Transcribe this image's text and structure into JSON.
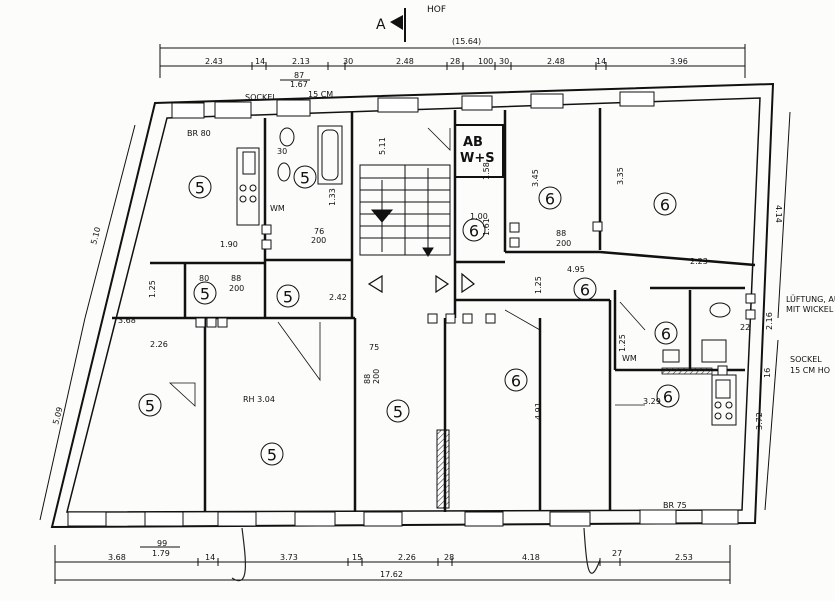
{
  "header": {
    "section_marker": "A",
    "courtyard_label": "HOF",
    "top_total": "(15.64)"
  },
  "top_dimensions": [
    "2.43",
    "14",
    "2.13",
    "30",
    "2.48",
    "28",
    "100",
    "30",
    "2.48",
    "14",
    "3.96"
  ],
  "top_sub_dimensions": [
    "87",
    "1.67"
  ],
  "bottom_dimensions": [
    "3.68",
    "14",
    "3.73",
    "15",
    "2.26",
    "28",
    "4.18",
    "27",
    "2.53"
  ],
  "bottom_sub_dimensions": [
    "99",
    "1.79"
  ],
  "bottom_total": "17.62",
  "side_dimensions": {
    "left_upper": "5.10",
    "left_lower": "5.09",
    "right_upper": "4.14",
    "right_lower": "3.72",
    "right_mid": "2.16",
    "right_small": "16"
  },
  "annotations": {
    "sockel": "SOCKEL",
    "fifteen_cm": "15 CM",
    "br80": "BR 80",
    "br75": "BR 75",
    "rh": "RH 3.04",
    "wm": "WM",
    "luftung_1": "LÜFTUNG, AU",
    "luftung_2": "MIT WICKEL",
    "sockel_right": "SOCKEL",
    "sockel_right_2": "15 CM  HO",
    "handwritten": "AB",
    "handwritten_2": "W+S"
  },
  "interior_dimensions": [
    "1.90",
    "1.25",
    "3.68",
    "2.26",
    "2.42",
    "80",
    "88",
    "200",
    "76",
    "200",
    "30",
    "1.33",
    "5.11",
    "1.00",
    "1.61",
    "1.58",
    "3.45",
    "3.35",
    "88",
    "200",
    "4.95",
    "2.23",
    "1.25",
    "1.25",
    "4.91",
    "3.29",
    "88",
    "200",
    "75",
    "22"
  ],
  "room_numbers": [
    "5",
    "5",
    "5",
    "5",
    "5",
    "5",
    "5",
    "6",
    "6",
    "6",
    "6",
    "6",
    "6",
    "6"
  ]
}
